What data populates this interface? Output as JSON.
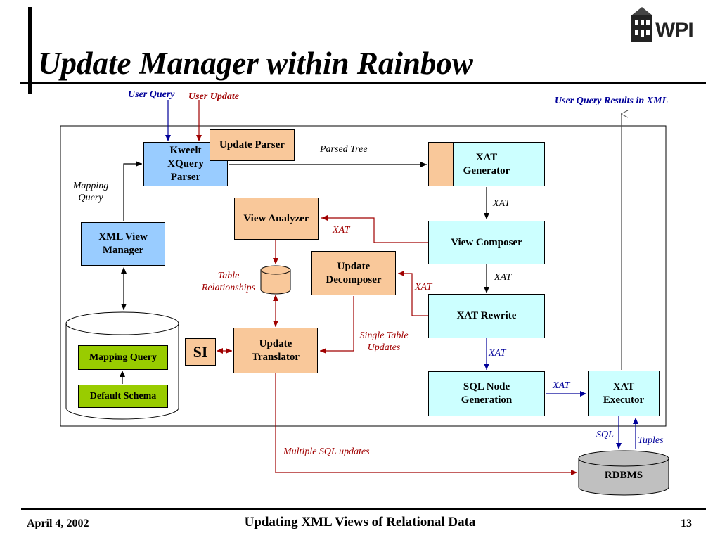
{
  "title": "Update Manager within Rainbow",
  "logo_text": "WPI",
  "inputs": {
    "user_query": "User Query",
    "user_update": "User Update",
    "user_query_results": "User Query Results in XML"
  },
  "boxes": {
    "kweelt": "Kweelt XQuery Parser",
    "update_parser": "Update Parser",
    "xat_generator": "XAT Generator",
    "view_analyzer": "View Analyzer",
    "view_composer": "View Composer",
    "xml_view_manager": "XML View Manager",
    "update_decomposer": "Update Decomposer",
    "xat_rewrite": "XAT Rewrite",
    "update_translator": "Update Translator",
    "si": "SI",
    "sql_node_generation": "SQL Node Generation",
    "xat_executor": "XAT Executor",
    "mapping_query": "Mapping Query",
    "default_schema": "Default Schema",
    "rdbms": "RDBMS"
  },
  "labels": {
    "parsed_tree": "Parsed Tree",
    "mapping_query": "Mapping Query",
    "xat_gen_to_composer": "XAT",
    "xat_composer_to_analyzer": "XAT",
    "xat_composer_to_rewrite": "XAT",
    "xat_rewrite_to_decomposer": "XAT",
    "xat_rewrite_to_sql": "XAT",
    "xat_sql_to_executor": "XAT",
    "table_relationships": "Table Relationships",
    "single_table_updates": "Single Table Updates",
    "multiple_sql_updates": "Multiple SQL updates",
    "sql": "SQL",
    "tuples": "Tuples"
  },
  "footer": {
    "date": "April 4, 2002",
    "center": "Updating XML Views of Relational Data",
    "page": "13"
  },
  "colors": {
    "orange": "#f9c89a",
    "cyan": "#ccffff",
    "blue": "#99ccff",
    "green": "#99cc00",
    "red_arrow": "#a00000",
    "blue_arrow": "#000099"
  }
}
